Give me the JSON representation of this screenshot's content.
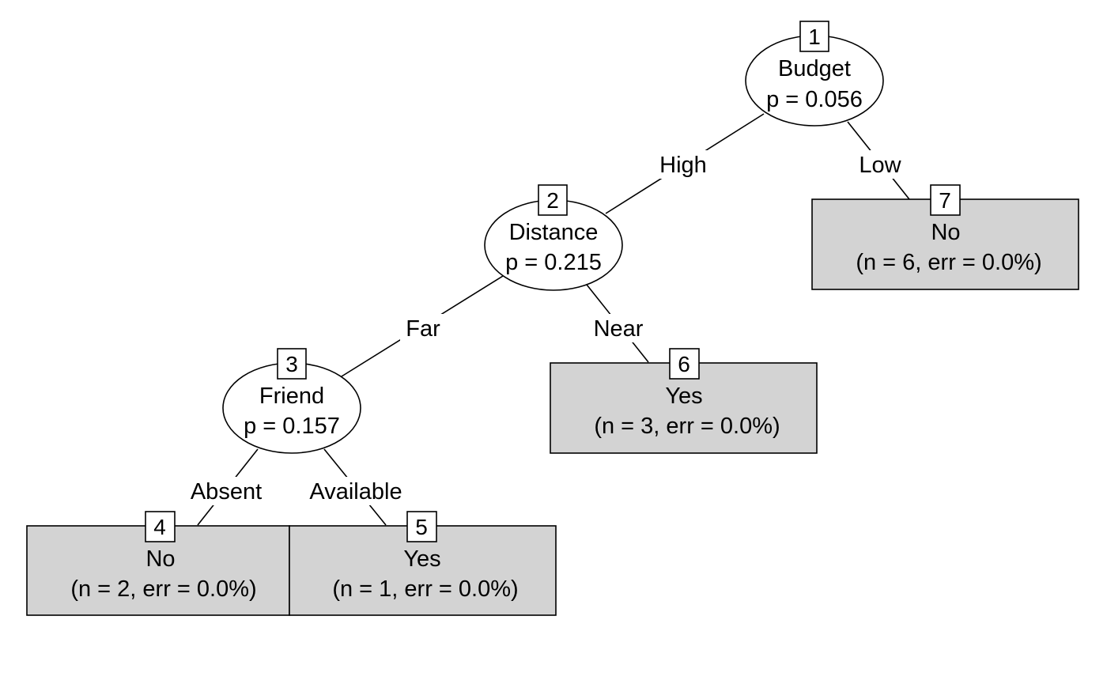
{
  "tree": {
    "inner_nodes": [
      {
        "id": "1",
        "variable": "Budget",
        "p": "p = 0.056"
      },
      {
        "id": "2",
        "variable": "Distance",
        "p": "p = 0.215"
      },
      {
        "id": "3",
        "variable": "Friend",
        "p": "p = 0.157"
      }
    ],
    "leaves": [
      {
        "id": "4",
        "class": "No",
        "stats": "(n = 2, err = 0.0%)"
      },
      {
        "id": "5",
        "class": "Yes",
        "stats": "(n = 1, err = 0.0%)"
      },
      {
        "id": "6",
        "class": "Yes",
        "stats": "(n = 3, err = 0.0%)"
      },
      {
        "id": "7",
        "class": "No",
        "stats": "(n = 6, err = 0.0%)"
      }
    ],
    "edges": [
      {
        "from": "1",
        "to": "2",
        "label": "High"
      },
      {
        "from": "1",
        "to": "7",
        "label": "Low"
      },
      {
        "from": "2",
        "to": "3",
        "label": "Far"
      },
      {
        "from": "2",
        "to": "6",
        "label": "Near"
      },
      {
        "from": "3",
        "to": "4",
        "label": "Absent"
      },
      {
        "from": "3",
        "to": "5",
        "label": "Available"
      }
    ],
    "colors": {
      "leaf_fill": "#d3d3d3",
      "node_fill": "#ffffff",
      "stroke": "#000000"
    }
  }
}
